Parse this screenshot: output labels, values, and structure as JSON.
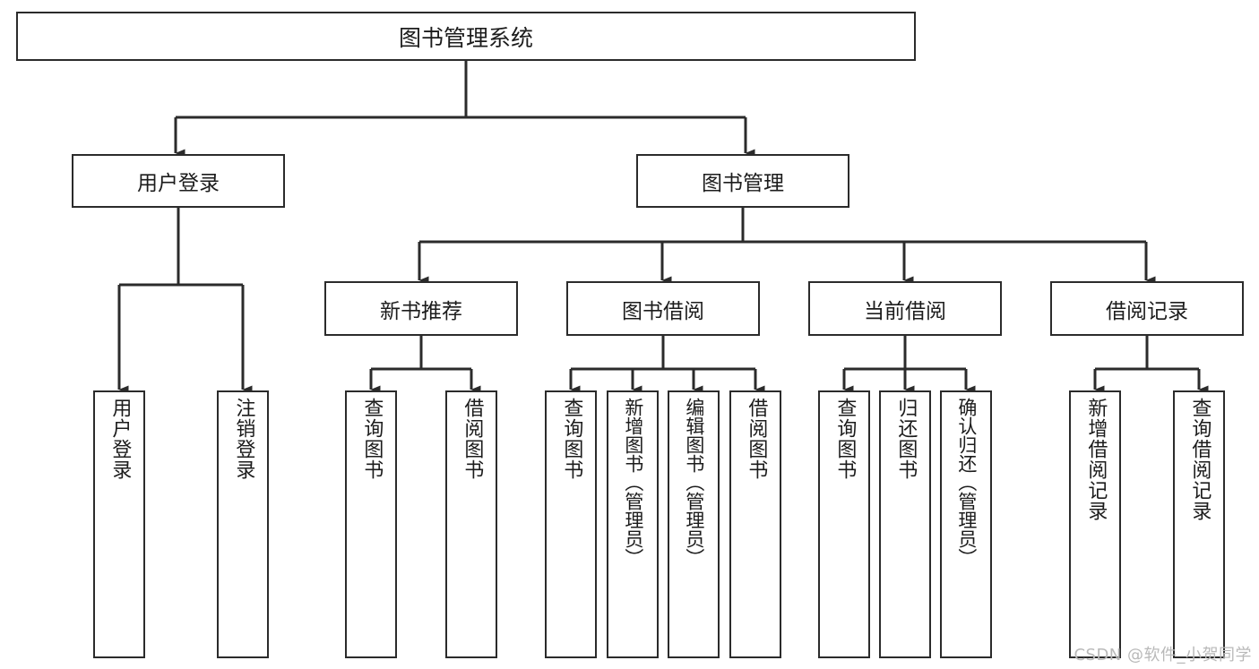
{
  "diagram": {
    "title": "图书管理系统",
    "type": "tree",
    "colors": {
      "stroke": "#2b2b2b",
      "fill": "#ffffff",
      "text": "#1c1c1c",
      "watermark": "#b9b9b9"
    },
    "root": {
      "label": "图书管理系统"
    },
    "level2": [
      {
        "label": "用户登录"
      },
      {
        "label": "图书管理"
      }
    ],
    "level3": [
      {
        "label": "新书推荐"
      },
      {
        "label": "图书借阅"
      },
      {
        "label": "当前借阅"
      },
      {
        "label": "借阅记录"
      }
    ],
    "leaves": {
      "user_login": [
        {
          "label": "用户登录"
        },
        {
          "label": "注销登录"
        }
      ],
      "new_book_recommend": [
        {
          "label": "查询图书"
        },
        {
          "label": "借阅图书"
        }
      ],
      "book_borrow": [
        {
          "label": "查询图书"
        },
        {
          "label": "新增图书（管理员）"
        },
        {
          "label": "编辑图书（管理员）"
        },
        {
          "label": "借阅图书"
        }
      ],
      "current_borrow": [
        {
          "label": "查询图书"
        },
        {
          "label": "归还图书"
        },
        {
          "label": "确认归还（管理员）"
        }
      ],
      "borrow_record": [
        {
          "label": "新增借阅记录"
        },
        {
          "label": "查询借阅记录"
        }
      ]
    }
  },
  "watermark": {
    "text": "CSDN @软件_小贺同学"
  }
}
